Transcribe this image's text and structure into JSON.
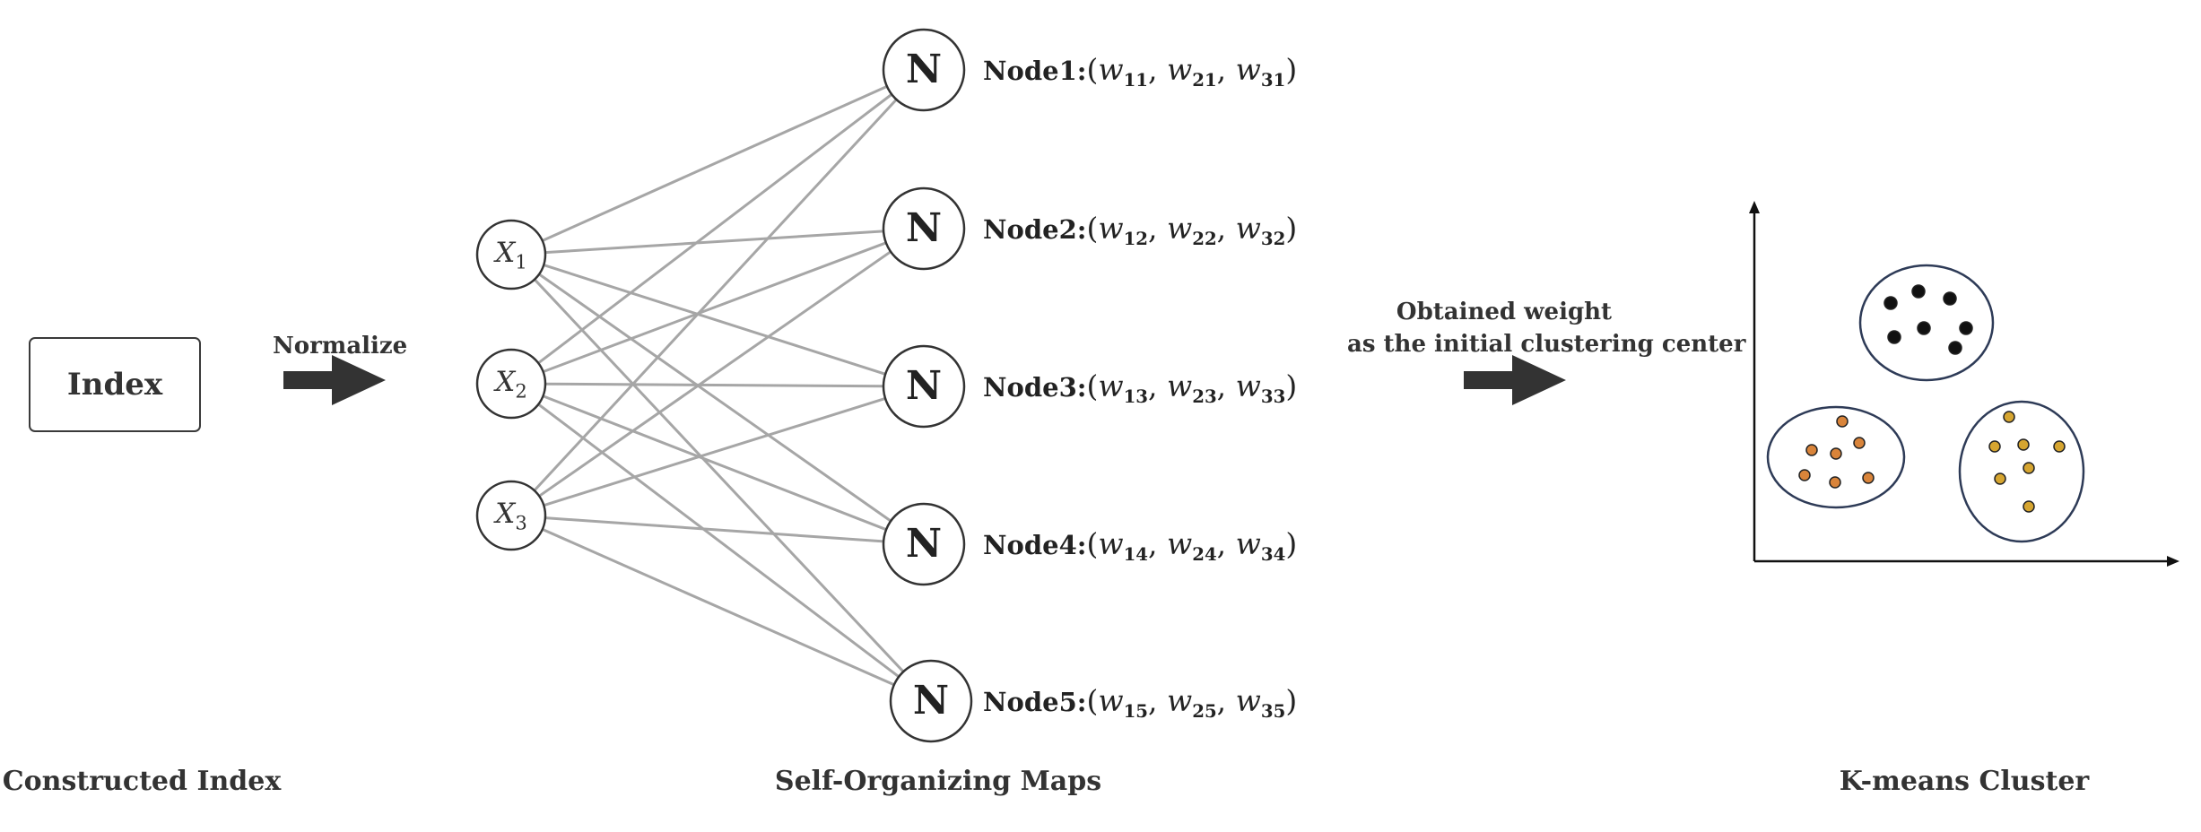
{
  "index_box": {
    "label": "Index"
  },
  "normalize": {
    "label": "Normalize"
  },
  "inputs": [
    {
      "var": "X",
      "sub": "1"
    },
    {
      "var": "X",
      "sub": "2"
    },
    {
      "var": "X",
      "sub": "3"
    }
  ],
  "nodes": [
    {
      "glyph": "N",
      "name": "Node1:",
      "weights": [
        "11",
        "21",
        "31"
      ]
    },
    {
      "glyph": "N",
      "name": "Node2:",
      "weights": [
        "12",
        "22",
        "32"
      ]
    },
    {
      "glyph": "N",
      "name": "Node3:",
      "weights": [
        "13",
        "23",
        "33"
      ]
    },
    {
      "glyph": "N",
      "name": "Node4:",
      "weights": [
        "14",
        "24",
        "34"
      ]
    },
    {
      "glyph": "N",
      "name": "Node5:",
      "weights": [
        "15",
        "25",
        "35"
      ]
    }
  ],
  "weight_symbol": "w",
  "weight_note": {
    "line1": "Obtained weight",
    "line2": "as the initial clustering center"
  },
  "captions": {
    "constructed_index": "Constructed Index",
    "som": "Self-Organizing Maps",
    "kmeans": "K-means Cluster"
  },
  "colors": {
    "connection": "#a6a6a6",
    "arrow": "#333333",
    "cluster_outline": "#2e3b57",
    "cluster_black": "#111111",
    "cluster_orange": "#d9843a",
    "cluster_yellow": "#d6a530"
  }
}
